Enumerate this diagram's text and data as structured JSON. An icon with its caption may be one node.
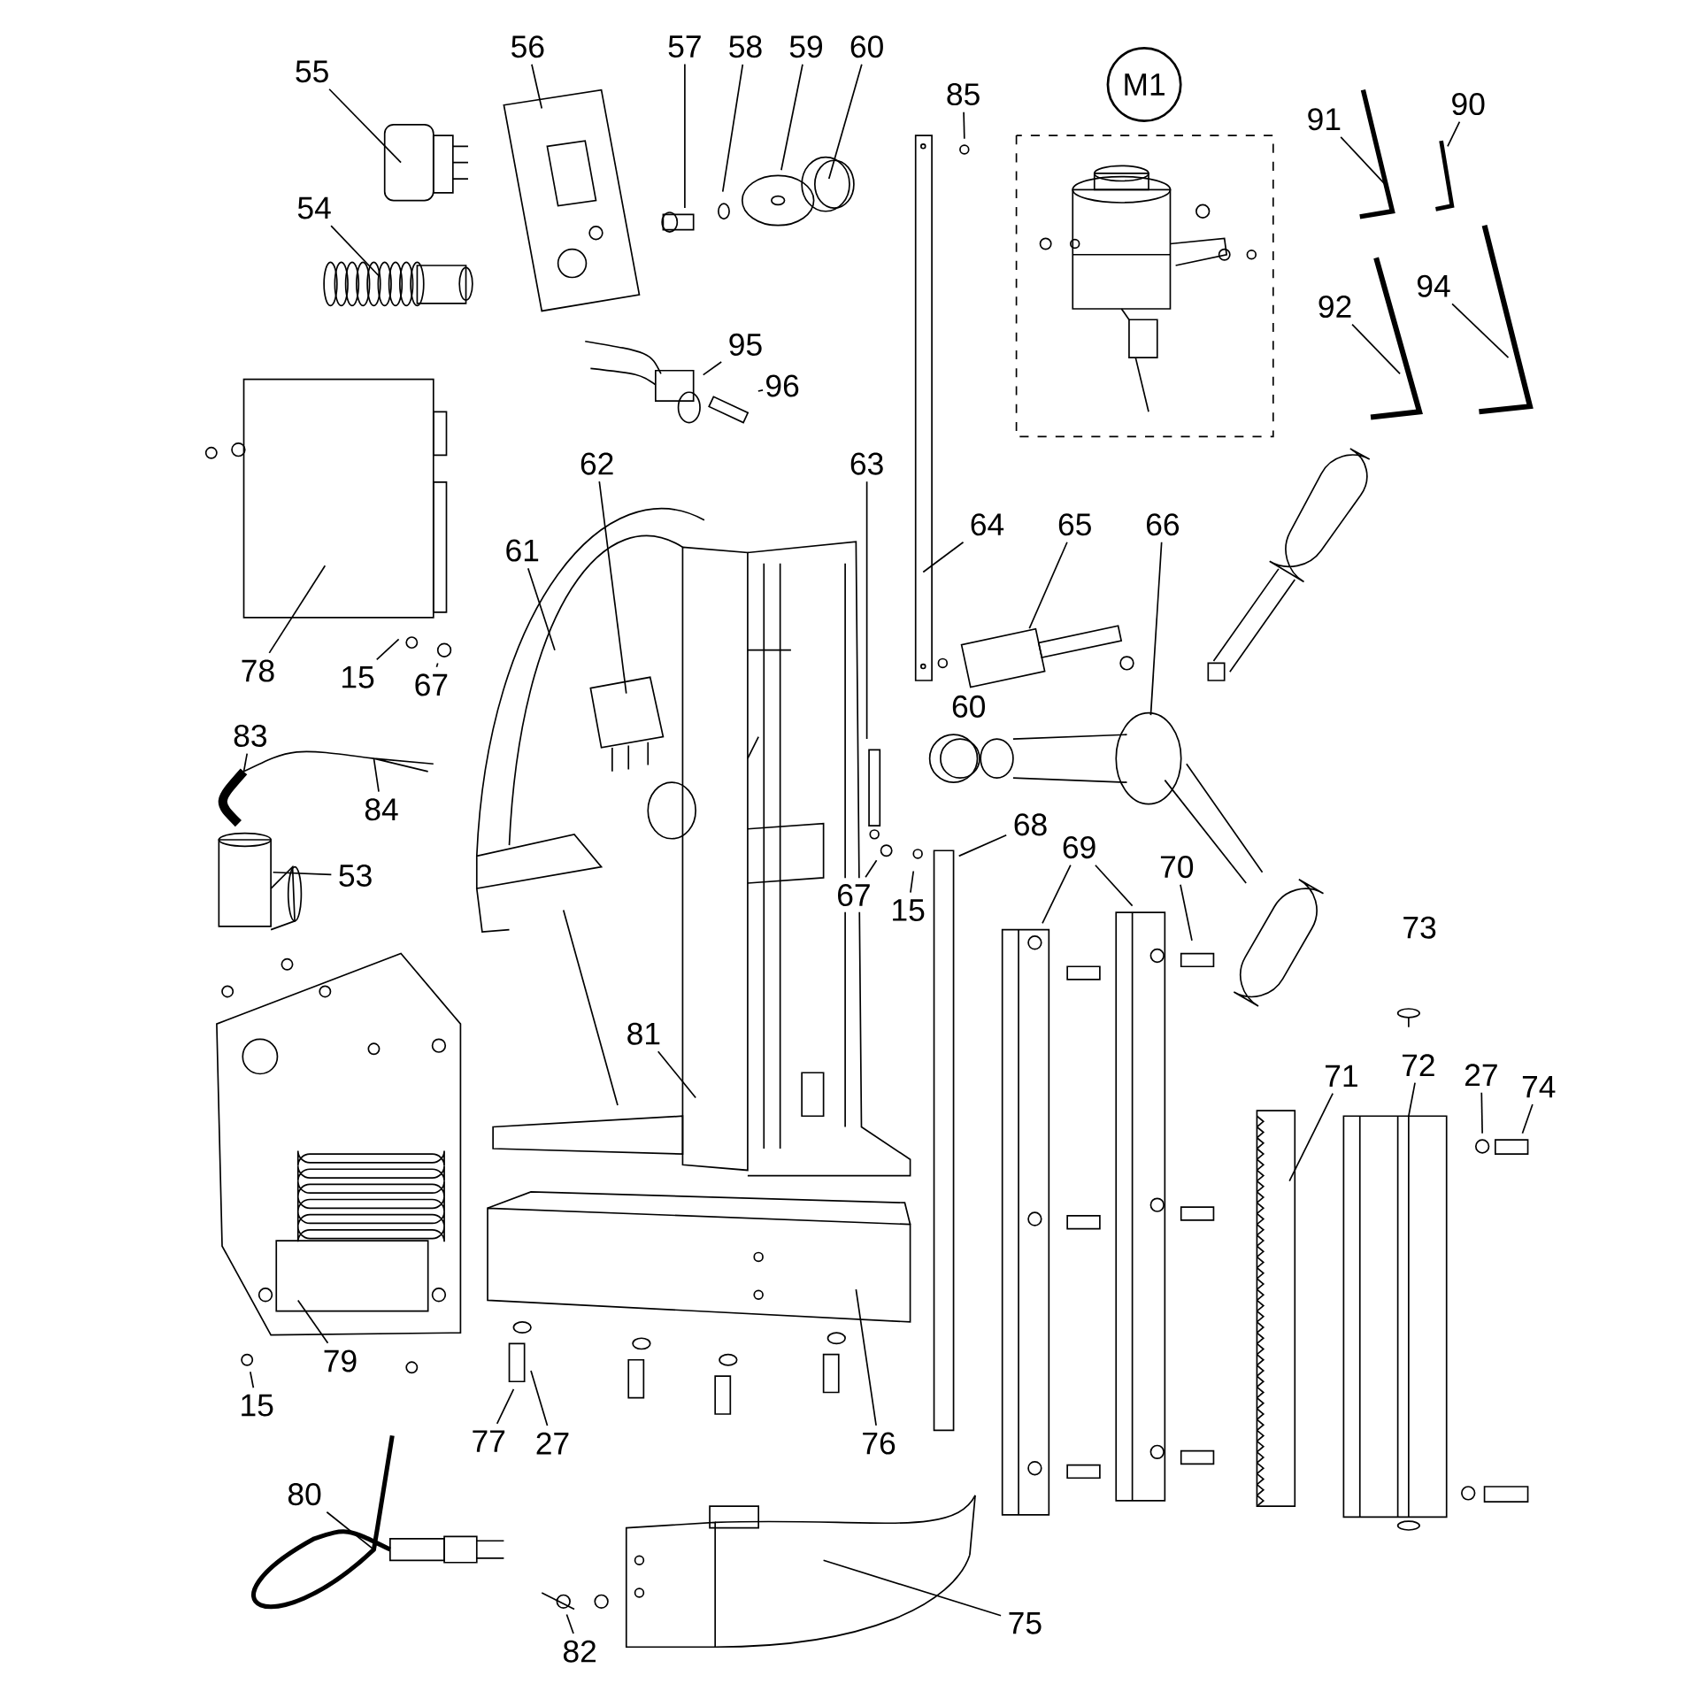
{
  "diagram": {
    "nodes": [
      {
        "text": [
          "56"
        ]
      },
      {
        "text": [
          "57"
        ]
      },
      {
        "text": [
          "58"
        ]
      },
      {
        "text": [
          "59"
        ]
      },
      {
        "text": [
          "60"
        ]
      },
      {
        "text": [
          "M1"
        ]
      },
      {
        "text": [
          "55"
        ]
      },
      {
        "text": [
          "85"
        ]
      },
      {
        "text": [
          "90"
        ]
      },
      {
        "text": [
          "91"
        ]
      },
      {
        "text": [
          "54"
        ]
      },
      {
        "text": [
          "94"
        ]
      },
      {
        "text": [
          "92"
        ]
      },
      {
        "text": [
          "95"
        ]
      },
      {
        "text": [
          "96"
        ]
      },
      {
        "text": [
          "62"
        ]
      },
      {
        "text": [
          "63"
        ]
      },
      {
        "text": [
          "64"
        ]
      },
      {
        "text": [
          "65"
        ]
      },
      {
        "text": [
          "66"
        ]
      },
      {
        "text": [
          "61"
        ]
      },
      {
        "text": [
          "78"
        ]
      },
      {
        "text": [
          "15"
        ]
      },
      {
        "text": [
          "67"
        ]
      },
      {
        "text": [
          "83"
        ]
      },
      {
        "text": [
          "84"
        ]
      },
      {
        "text": [
          "68"
        ]
      },
      {
        "text": [
          "69"
        ]
      },
      {
        "text": [
          "70"
        ]
      },
      {
        "text": [
          "67"
        ]
      },
      {
        "text": [
          "53"
        ]
      },
      {
        "text": [
          "15"
        ]
      },
      {
        "text": [
          "81"
        ]
      },
      {
        "text": [
          "72"
        ]
      },
      {
        "text": [
          "27"
        ]
      },
      {
        "text": [
          "71"
        ]
      },
      {
        "text": [
          "74"
        ]
      },
      {
        "text": [
          "79"
        ]
      },
      {
        "text": [
          "15"
        ]
      },
      {
        "text": [
          "77"
        ]
      },
      {
        "text": [
          "27"
        ]
      },
      {
        "text": [
          "76"
        ]
      },
      {
        "text": [
          "80"
        ]
      },
      {
        "text": [
          "75"
        ]
      },
      {
        "text": [
          "82"
        ]
      }
    ],
    "edges": [
      {
        "from": 0,
        "to": null,
        "arrow": "none"
      },
      {
        "from": 1,
        "to": null,
        "arrow": "none"
      },
      {
        "from": 2,
        "to": null,
        "arrow": "none"
      },
      {
        "from": 3,
        "to": null,
        "arrow": "none"
      },
      {
        "from": 4,
        "to": null,
        "arrow": "none"
      },
      {
        "from": 6,
        "to": null,
        "arrow": "none"
      },
      {
        "from": 7,
        "to": null,
        "arrow": "none"
      },
      {
        "from": 8,
        "to": null,
        "arrow": "none"
      },
      {
        "from": 9,
        "to": null,
        "arrow": "none"
      },
      {
        "from": 10,
        "to": null,
        "arrow": "none"
      },
      {
        "from": 11,
        "to": null,
        "arrow": "none"
      },
      {
        "from": 12,
        "to": null,
        "arrow": "none"
      },
      {
        "from": 13,
        "to": null,
        "arrow": "none"
      },
      {
        "from": 14,
        "to": null,
        "arrow": "none"
      },
      {
        "from": 15,
        "to": null,
        "arrow": "none"
      },
      {
        "from": 16,
        "to": null,
        "arrow": "none"
      },
      {
        "from": 17,
        "to": null,
        "arrow": "none"
      },
      {
        "from": 18,
        "to": null,
        "arrow": "none"
      },
      {
        "from": 19,
        "to": null,
        "arrow": "none"
      },
      {
        "from": 20,
        "to": null,
        "arrow": "none"
      },
      {
        "from": 21,
        "to": null,
        "arrow": "none"
      },
      {
        "from": 22,
        "to": null,
        "arrow": "none"
      },
      {
        "from": 23,
        "to": null,
        "arrow": "none"
      },
      {
        "from": 24,
        "to": null,
        "arrow": "none"
      },
      {
        "from": 25,
        "to": null,
        "arrow": "none"
      },
      {
        "from": 26,
        "to": null,
        "arrow": "none"
      },
      {
        "from": 27,
        "to": null,
        "arrow": "none"
      },
      {
        "from": 27,
        "to": null,
        "arrow": "none"
      },
      {
        "from": 28,
        "to": null,
        "arrow": "none"
      },
      {
        "from": 29,
        "to": null,
        "arrow": "none"
      },
      {
        "from": 30,
        "to": null,
        "arrow": "none"
      },
      {
        "from": 31,
        "to": null,
        "arrow": "none"
      },
      {
        "from": 32,
        "to": null,
        "arrow": "none"
      },
      {
        "from": 33,
        "to": null,
        "arrow": "none"
      },
      {
        "from": 34,
        "to": null,
        "arrow": "none"
      },
      {
        "from": 35,
        "to": null,
        "arrow": "none"
      },
      {
        "from": 36,
        "to": null,
        "arrow": "none"
      },
      {
        "from": 37,
        "to": null,
        "arrow": "none"
      },
      {
        "from": 38,
        "to": null,
        "arrow": "none"
      },
      {
        "from": 39,
        "to": null,
        "arrow": "none"
      },
      {
        "from": 40,
        "to": null,
        "arrow": "none"
      },
      {
        "from": 41,
        "to": null,
        "arrow": "none"
      },
      {
        "from": 42,
        "to": null,
        "arrow": "none"
      },
      {
        "from": 43,
        "to": null,
        "arrow": "none"
      },
      {
        "from": 44,
        "to": null,
        "arrow": "none"
      }
    ],
    "labels": [
      "60",
      "73"
    ]
  }
}
